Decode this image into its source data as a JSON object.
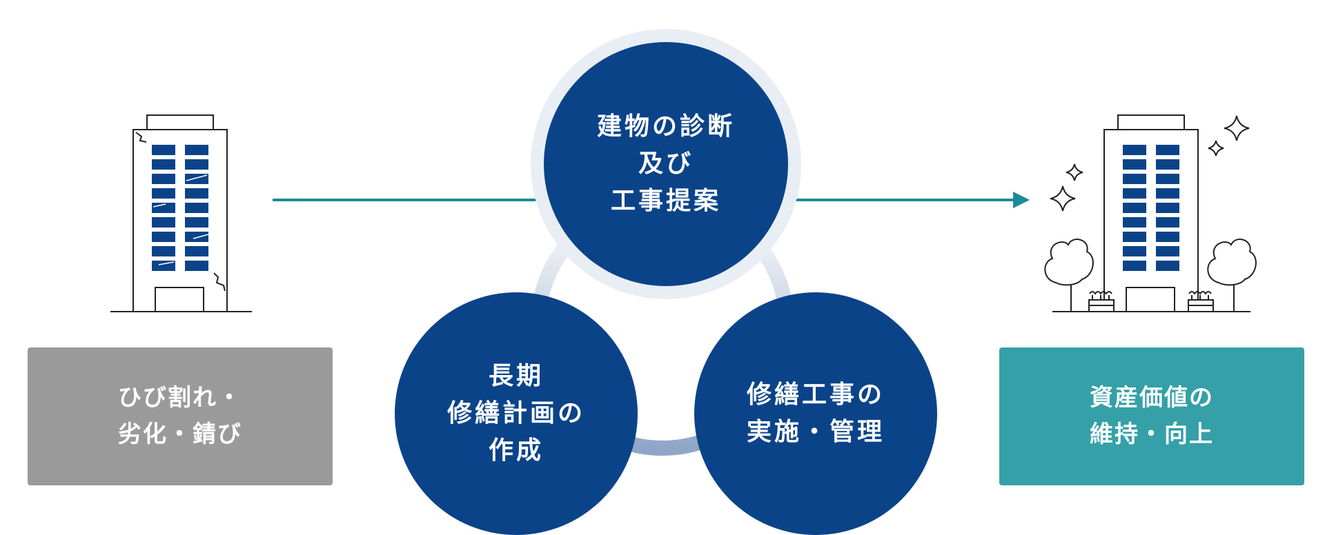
{
  "diagram": {
    "before_label": [
      "ひび割れ・",
      "劣化・錆び"
    ],
    "after_label": [
      "資産価値の",
      "維持・向上"
    ],
    "circle_top": [
      "建物の診断",
      "及び",
      "工事提案"
    ],
    "circle_left": [
      "長期",
      "修繕計画の",
      "作成"
    ],
    "circle_right": [
      "修繕工事の",
      "実施・管理"
    ]
  },
  "colors": {
    "circle": "#0b4389",
    "before_box": "#9a9a9a",
    "after_box": "#35a0a8",
    "arrow": "#1a8c99",
    "window": "#0b4389"
  }
}
